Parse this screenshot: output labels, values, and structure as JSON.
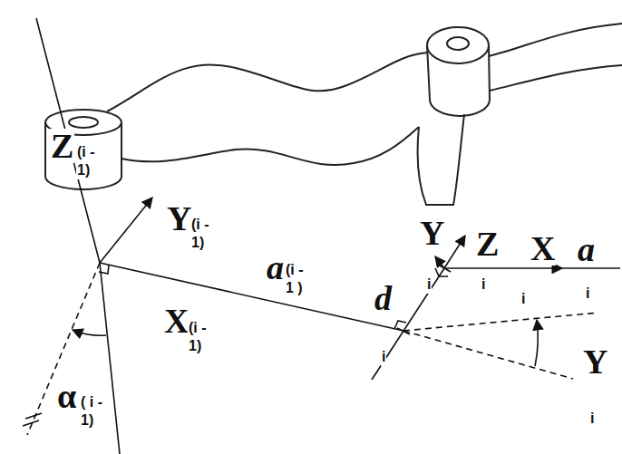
{
  "diagram": {
    "labels": [
      "Z",
      "(i - 1)",
      "Y",
      "(i - 1)",
      "X",
      "(i - 1)",
      "a",
      "(i - 1 )",
      "α",
      "( i - 1)",
      "d",
      "i",
      "Y",
      "Z",
      "i",
      "X",
      "i",
      "a",
      "i",
      "i",
      "Y",
      "i"
    ]
  }
}
